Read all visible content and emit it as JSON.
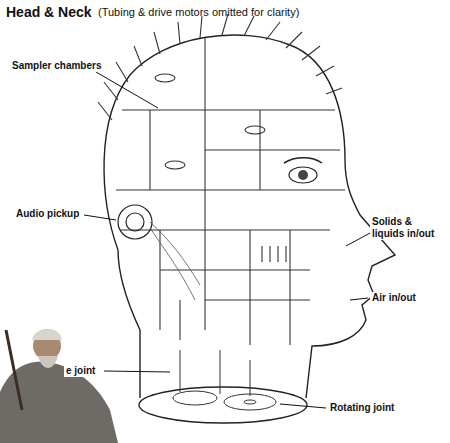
{
  "diagram": {
    "title": "Head & Neck",
    "labels": [
      "(Tubing & drive motors omitted for clarity)",
      "Sampler chambers",
      "Audio pickup",
      "Solids & liquids in/out",
      "Air in/out",
      "e joint",
      "Rotating joint"
    ]
  }
}
